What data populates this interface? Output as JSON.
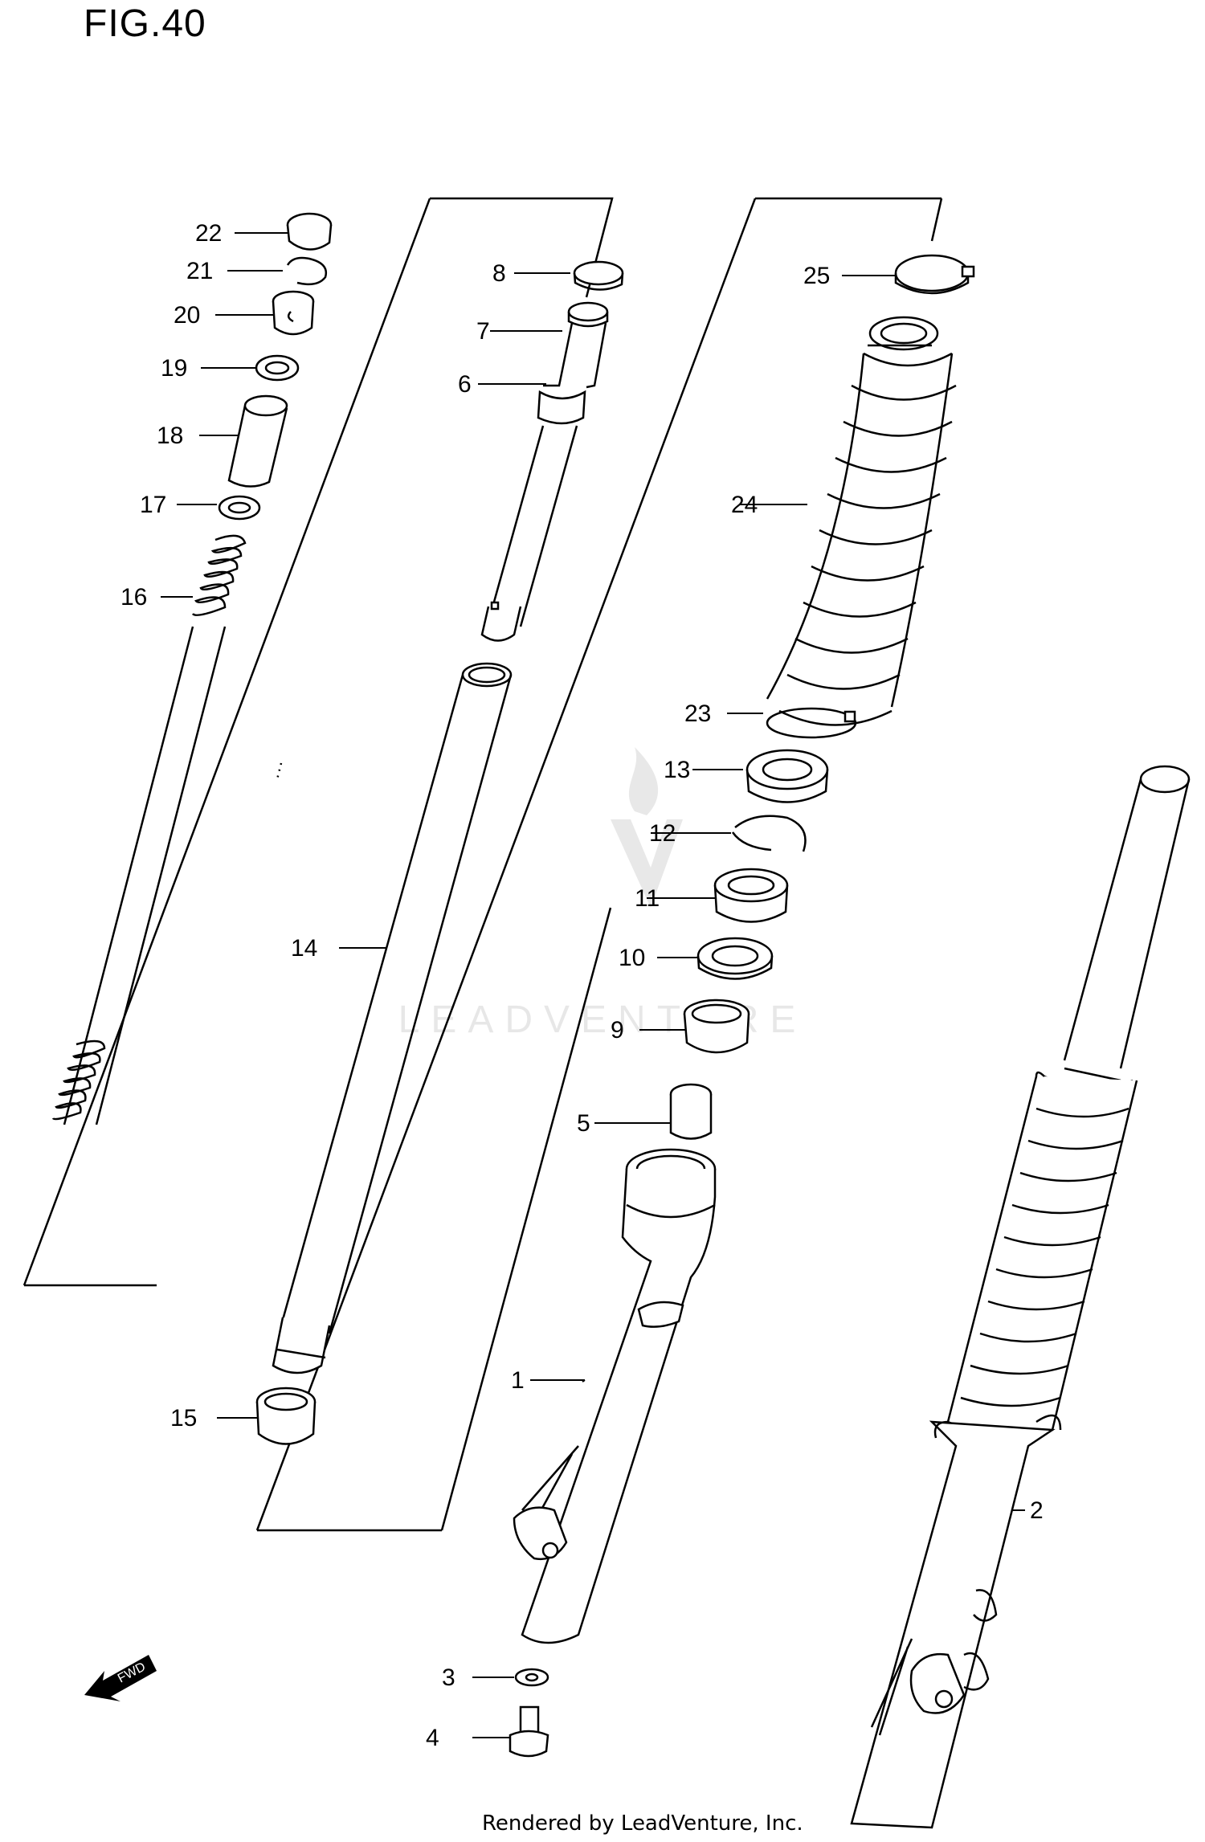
{
  "figure": {
    "title": "FIG.40",
    "footer": "Rendered by LeadVenture, Inc.",
    "watermark": "LEADVENTURE",
    "fwd_label": "FWD"
  },
  "callouts": [
    "1",
    "2",
    "3",
    "4",
    "5",
    "6",
    "7",
    "8",
    "9",
    "10",
    "11",
    "12",
    "13",
    "14",
    "15",
    "16",
    "17",
    "18",
    "19",
    "20",
    "21",
    "22",
    "23",
    "24",
    "25"
  ]
}
